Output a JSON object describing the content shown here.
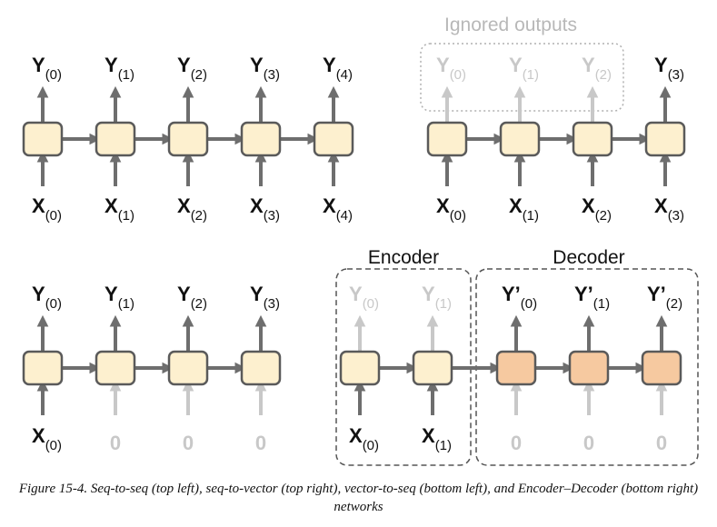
{
  "diagram": {
    "labels": {
      "ignored_outputs": "Ignored outputs",
      "encoder": "Encoder",
      "decoder": "Decoder"
    },
    "symbols": {
      "x": "X",
      "y": "Y",
      "y_prime": "Y’",
      "zero": "0"
    },
    "panels": [
      {
        "id": "seq-to-seq",
        "outputs": [
          "(0)",
          "(1)",
          "(2)",
          "(3)",
          "(4)"
        ],
        "inputs": [
          "(0)",
          "(1)",
          "(2)",
          "(3)",
          "(4)"
        ]
      },
      {
        "id": "seq-to-vector",
        "ignored_outputs": [
          "(0)",
          "(1)",
          "(2)"
        ],
        "output": "(3)",
        "inputs": [
          "(0)",
          "(1)",
          "(2)",
          "(3)"
        ]
      },
      {
        "id": "vector-to-seq",
        "outputs": [
          "(0)",
          "(1)",
          "(2)",
          "(3)"
        ],
        "input": "(0)",
        "zero_inputs": 3
      },
      {
        "id": "encoder-decoder",
        "encoder_ignored_outputs": [
          "(0)",
          "(1)"
        ],
        "encoder_inputs": [
          "(0)",
          "(1)"
        ],
        "decoder_outputs": [
          "(0)",
          "(1)",
          "(2)"
        ],
        "decoder_zero_inputs": 3
      }
    ],
    "colors": {
      "encoder_cell": "#fdf0cf",
      "decoder_cell": "#f6c9a0",
      "arrow": "#6e6e6e",
      "faded": "#c8c8c8"
    }
  },
  "caption": "Figure 15-4. Seq-to-seq (top left), seq-to-vector (top right), vector-to-seq (bottom left), and Encoder–Decoder (bottom right) networks"
}
